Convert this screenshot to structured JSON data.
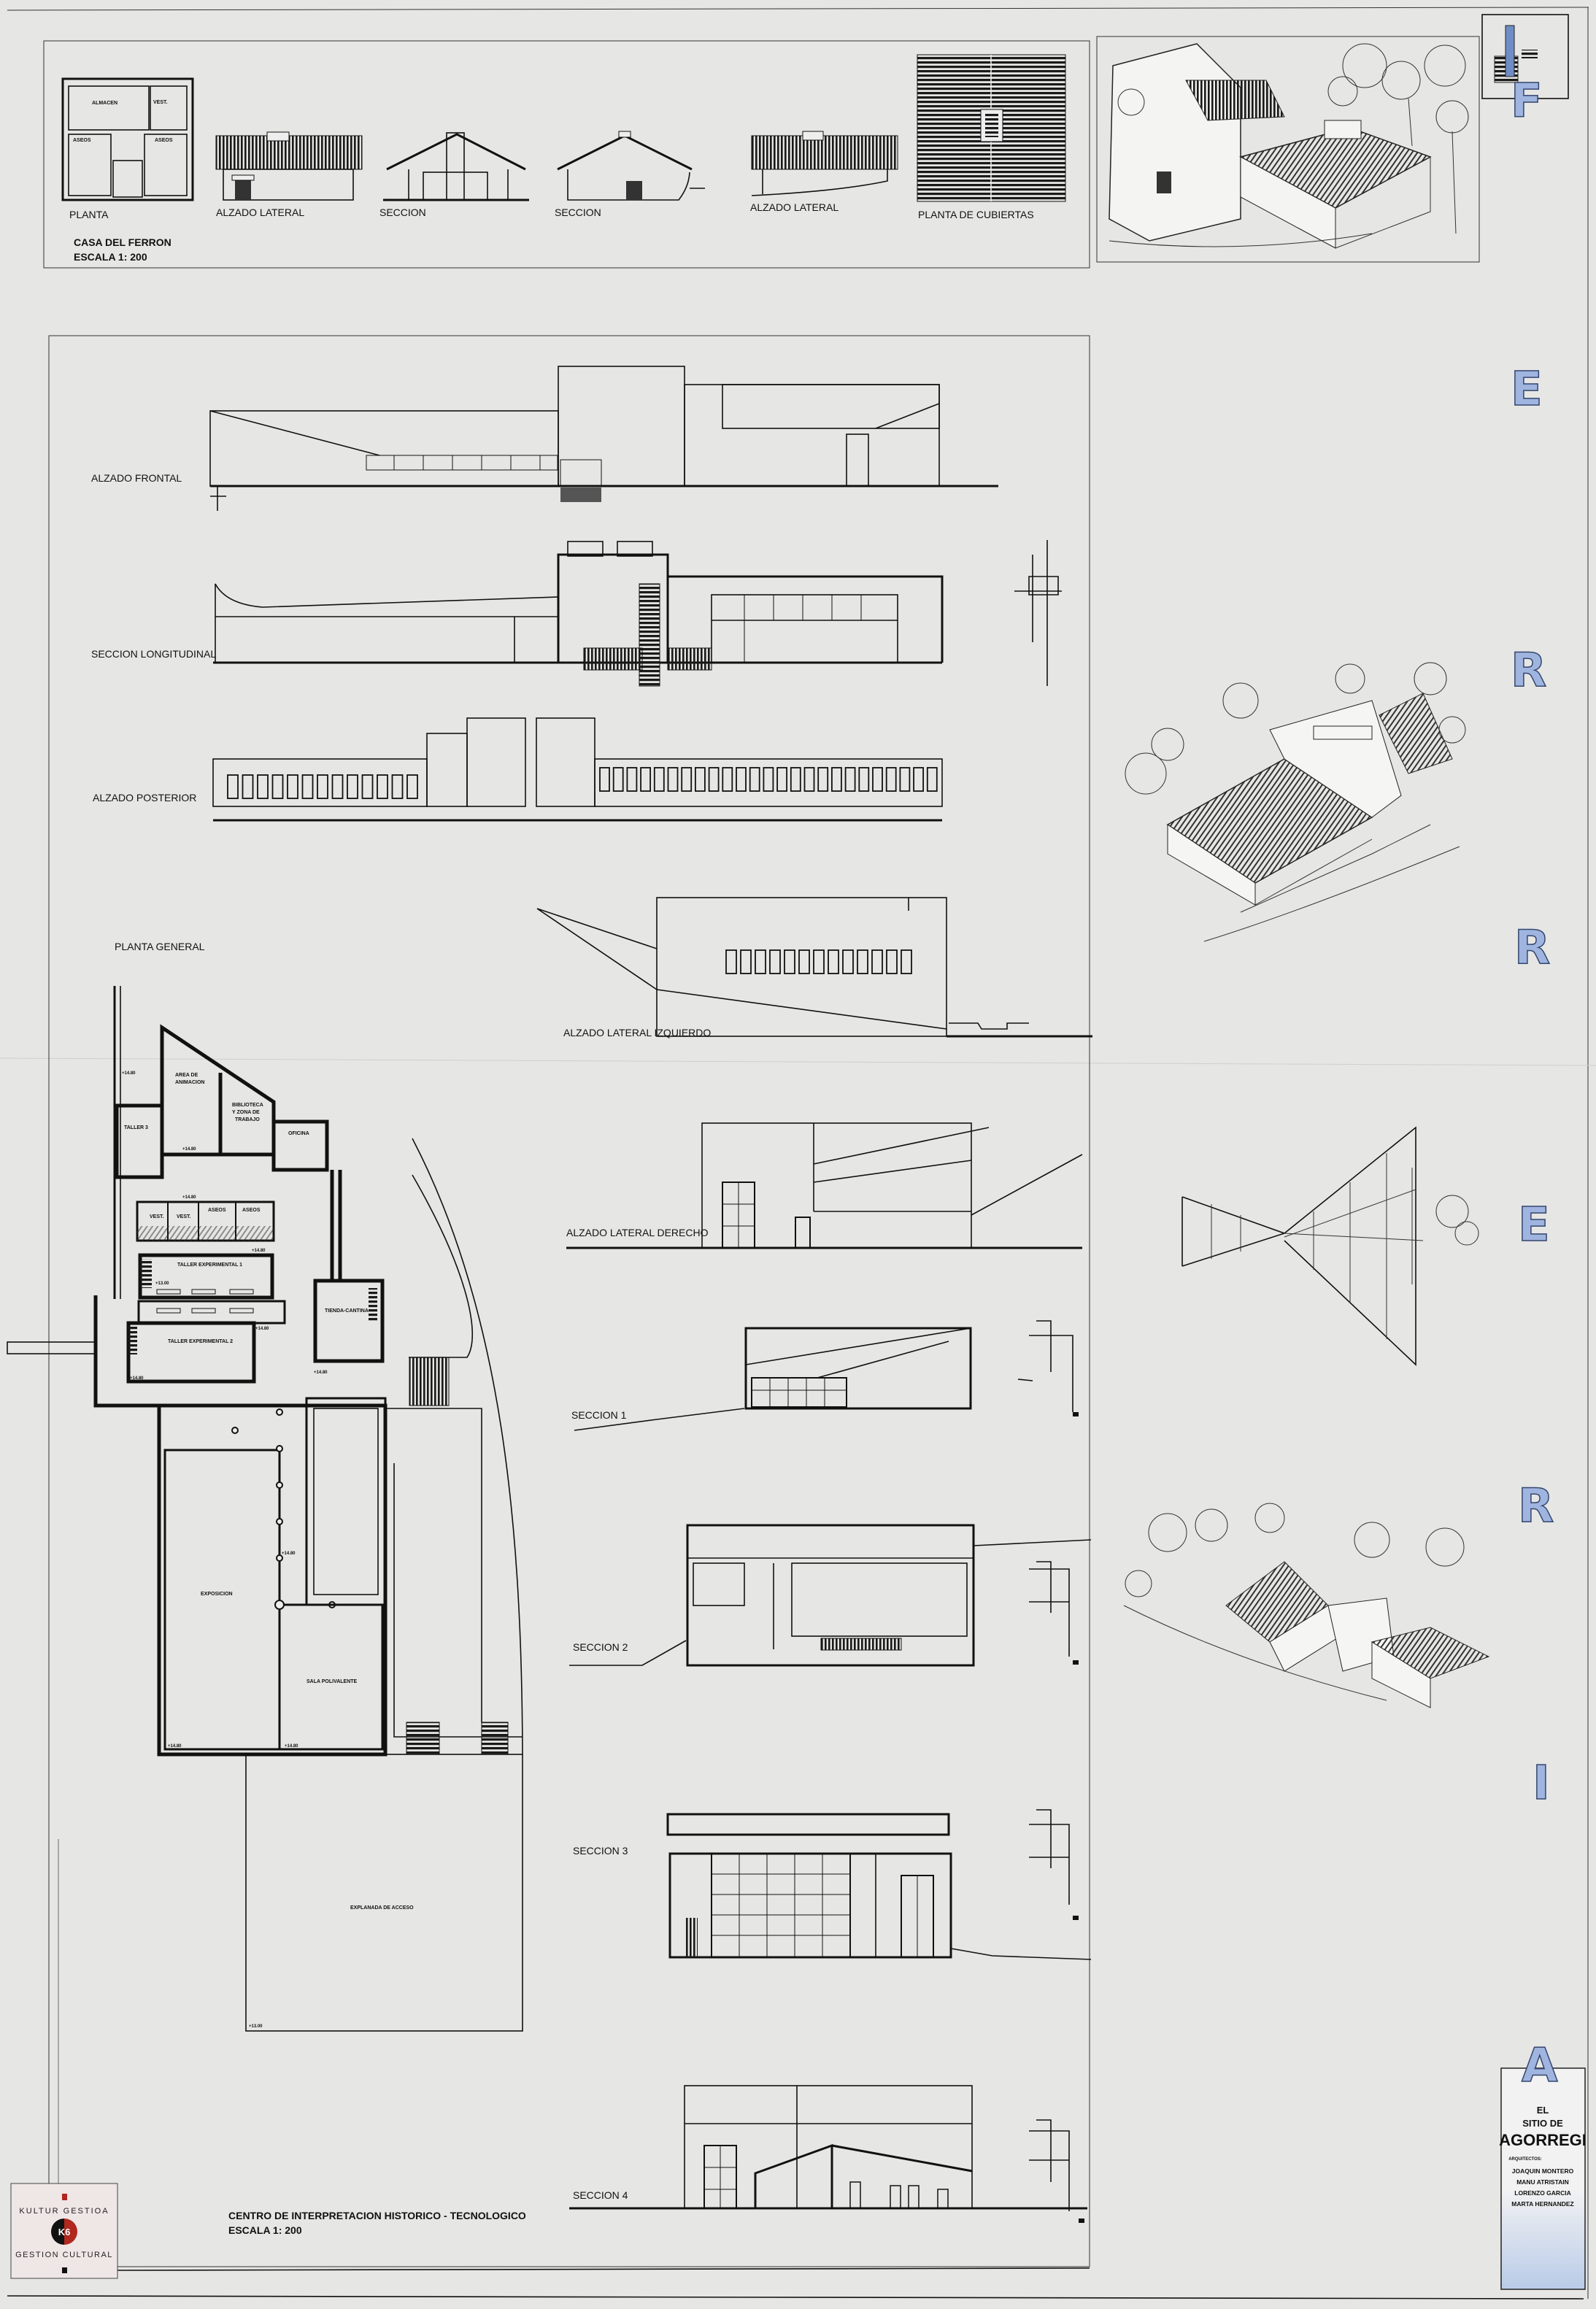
{
  "poster": {
    "title_letters": [
      "F",
      "E",
      "R",
      "R",
      "E",
      "R",
      "I",
      "A"
    ],
    "accent_color": "#9fb5e0"
  },
  "casa_ferron": {
    "title": "CASA DEL FERRON",
    "scale": "ESCALA 1: 200",
    "views": [
      "PLANTA",
      "ALZADO LATERAL",
      "SECCION",
      "SECCION",
      "ALZADO LATERAL",
      "PLANTA DE CUBIERTAS"
    ],
    "rooms": [
      "ALMACEN",
      "VEST.",
      "ASEOS",
      "ASEOS"
    ]
  },
  "centro": {
    "title": "CENTRO DE INTERPRETACION HISTORICO - TECNOLOGICO",
    "scale": "ESCALA 1: 200",
    "views": {
      "alzado_frontal": "ALZADO FRONTAL",
      "seccion_longitudinal": "SECCION LONGITUDINAL",
      "alzado_posterior": "ALZADO POSTERIOR",
      "planta_general": "PLANTA GENERAL",
      "alzado_lateral_izquierdo": "ALZADO LATERAL IZQUIERDO",
      "alzado_lateral_derecho": "ALZADO LATERAL DERECHO",
      "seccion_1": "SECCION 1",
      "seccion_2": "SECCION 2",
      "seccion_3": "SECCION 3",
      "seccion_4": "SECCION 4"
    }
  },
  "plan": {
    "rooms": {
      "taller_3": "TALLER 3",
      "area_animacion_1": "AREA DE",
      "area_animacion_2": "ANIMACION",
      "biblioteca_1": "BIBLIOTECA",
      "biblioteca_2": "Y ZONA DE",
      "biblioteca_3": "TRABAJO",
      "oficina": "OFICINA",
      "vest_1": "VEST.",
      "vest_2": "VEST.",
      "aseos_1": "ASEOS",
      "aseos_2": "ASEOS",
      "taller_exp_1": "TALLER EXPERIMENTAL 1",
      "taller_exp_2": "TALLER EXPERIMENTAL 2",
      "tienda": "TIENDA-CANTINA",
      "exposicion": "EXPOSICION",
      "sala_polivalente": "SALA POLIVALENTE",
      "explanada": "EXPLANADA DE ACCESO"
    },
    "levels": {
      "l1": "+14.80",
      "l2": "+13.00"
    }
  },
  "credits": {
    "el": "EL",
    "sitio_de": "SITIO DE",
    "place": "AGORREGI",
    "big_letter": "A",
    "architects_label": "ARQUITECTOS:",
    "architects": [
      "JOAQUIN MONTERO",
      "MANU ATRISTAIN",
      "LORENZO GARCIA",
      "MARTA HERNANDEZ"
    ]
  },
  "logo": {
    "top": "KULTUR   GESTIOA",
    "mark": "K6",
    "bottom": "GESTION CULTURAL",
    "red": "#b0281e"
  }
}
